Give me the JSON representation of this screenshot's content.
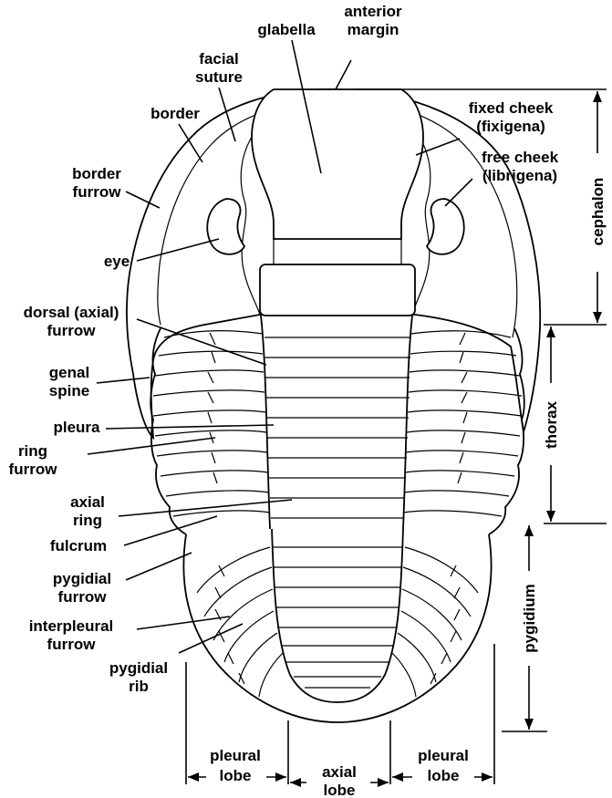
{
  "labels": {
    "glabella": "glabella",
    "anterior_margin_1": "anterior",
    "anterior_margin_2": "margin",
    "facial_suture_1": "facial",
    "facial_suture_2": "suture",
    "border": "border",
    "fixed_cheek_1": "fixed cheek",
    "fixed_cheek_2": "(fixigena)",
    "free_cheek_1": "free cheek",
    "free_cheek_2": "(librigena)",
    "border_furrow_1": "border",
    "border_furrow_2": "furrow",
    "eye": "eye",
    "dorsal_furrow_1": "dorsal (axial)",
    "dorsal_furrow_2": "furrow",
    "genal_spine_1": "genal",
    "genal_spine_2": "spine",
    "pleura": "pleura",
    "ring_furrow_1": "ring",
    "ring_furrow_2": "furrow",
    "axial_ring_1": "axial",
    "axial_ring_2": "ring",
    "fulcrum": "fulcrum",
    "pygidial_furrow_1": "pygidial",
    "pygidial_furrow_2": "furrow",
    "interpleural_furrow_1": "interpleural",
    "interpleural_furrow_2": "furrow",
    "pygidial_rib_1": "pygidial",
    "pygidial_rib_2": "rib",
    "pleural_lobe_left_1": "pleural",
    "pleural_lobe_left_2": "lobe",
    "axial_lobe_1": "axial",
    "axial_lobe_2": "lobe",
    "pleural_lobe_right_1": "pleural",
    "pleural_lobe_right_2": "lobe",
    "cephalon": "cephalon",
    "thorax": "thorax",
    "pygidium": "pygidium"
  }
}
